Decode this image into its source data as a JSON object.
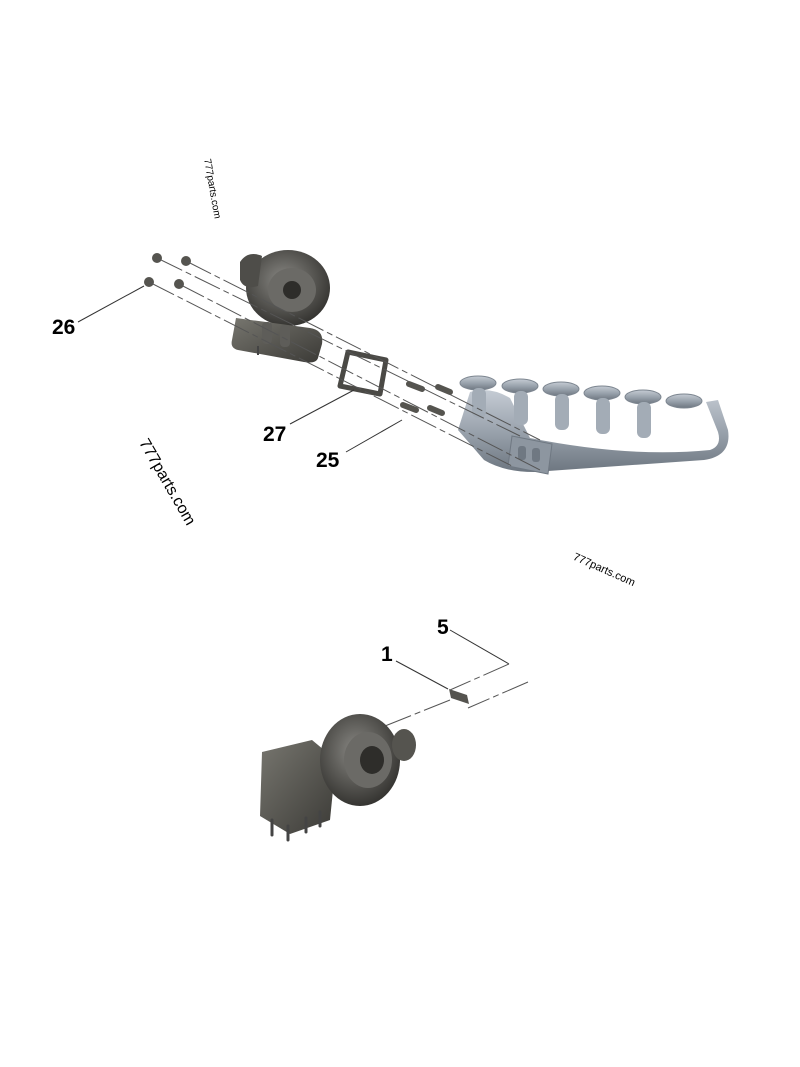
{
  "diagram": {
    "type": "exploded-parts-diagram",
    "subject": "turbocharger and exhaust manifold assembly",
    "callouts": [
      {
        "id": "26",
        "label": "26",
        "part": "nut"
      },
      {
        "id": "27",
        "label": "27",
        "part": "gasket"
      },
      {
        "id": "25",
        "label": "25",
        "part": "stud"
      },
      {
        "id": "1",
        "label": "1",
        "part": "turbocharger"
      },
      {
        "id": "5",
        "label": "5",
        "part": "plate"
      }
    ],
    "components": [
      "turbocharger-upper",
      "nuts",
      "gasket",
      "studs",
      "exhaust-manifold",
      "turbocharger-lower",
      "small-plate"
    ],
    "colors": {
      "background": "#ffffff",
      "turbo_gray": "#5a5955",
      "turbo_dark": "#3a3936",
      "manifold_blue": "#9aa3ad",
      "manifold_dark": "#6f7882",
      "leader_line": "#333333"
    }
  },
  "watermarks": [
    {
      "text": "777parts.com"
    },
    {
      "text": "777parts.com"
    },
    {
      "text": "777parts.com"
    }
  ]
}
